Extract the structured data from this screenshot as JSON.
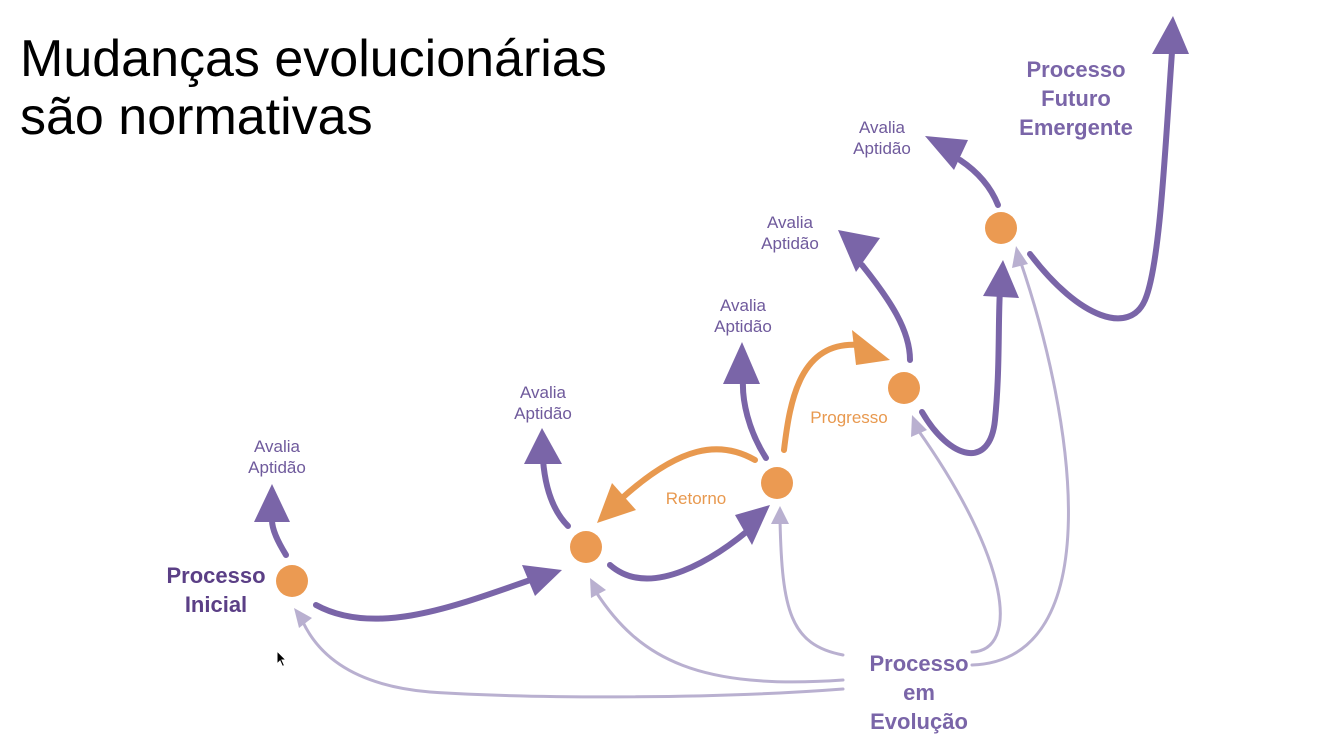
{
  "title": {
    "line1": "Mudanças evolucionárias",
    "line2": "são normativas"
  },
  "labels": {
    "avalia_line1": "Avalia",
    "avalia_line2": "Aptidão",
    "inicial_line1": "Processo",
    "inicial_line2": "Inicial",
    "futuro_line1": "Processo",
    "futuro_line2": "Futuro",
    "futuro_line3": "Emergente",
    "evolucao_line1": "Processo",
    "evolucao_line2": "em",
    "evolucao_line3": "Evolução",
    "retorno": "Retorno",
    "progresso": "Progresso"
  },
  "colors": {
    "purple": "#7a65a8",
    "purple_dark": "#5b3f86",
    "lavender": "#b9b0d0",
    "orange": "#e8994f",
    "node": "#eb9a52"
  }
}
